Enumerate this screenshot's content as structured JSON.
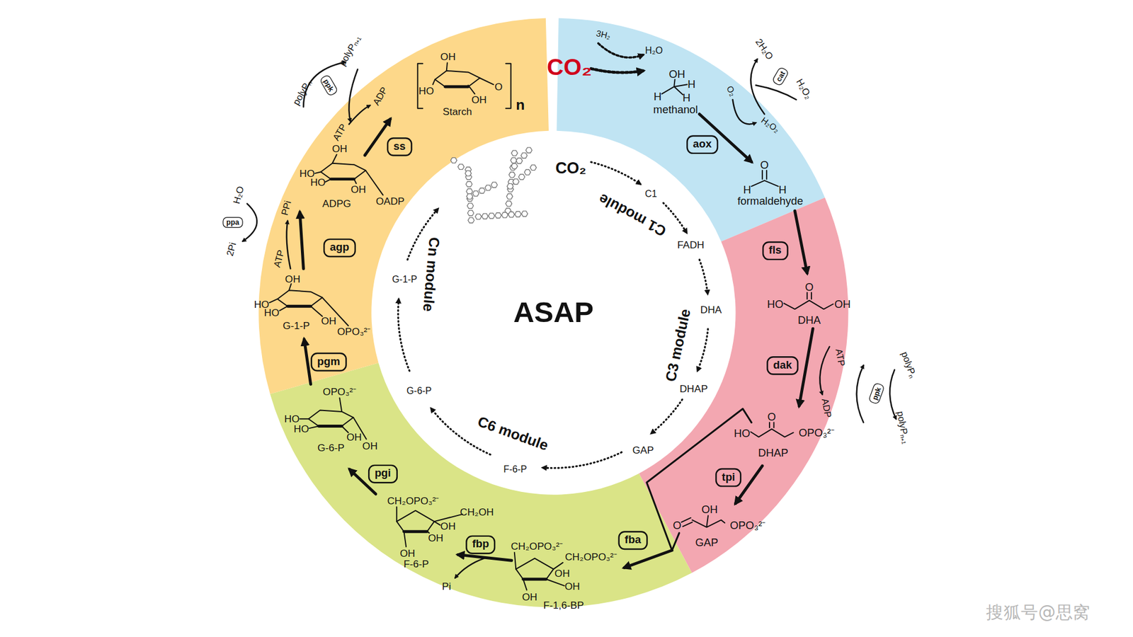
{
  "diagram": {
    "nodes": [
      {
        "text": [
          "aox"
        ]
      },
      {
        "text": [
          "cat"
        ]
      },
      {
        "text": [
          "fls"
        ]
      },
      {
        "text": [
          "dak"
        ]
      },
      {
        "text": [
          "ppk"
        ]
      },
      {
        "text": [
          "tpi"
        ]
      },
      {
        "text": [
          "fba"
        ]
      },
      {
        "text": [
          "fbp"
        ]
      },
      {
        "text": [
          "pgi"
        ]
      },
      {
        "text": [
          "pgm"
        ]
      },
      {
        "text": [
          "agp"
        ]
      },
      {
        "text": [
          "ppa"
        ]
      },
      {
        "text": [
          "ss"
        ]
      },
      {
        "text": [
          "ppk"
        ]
      }
    ],
    "labels": [
      "CO₂",
      "3H₂",
      "H₂O",
      "OH",
      "H",
      "H",
      "H",
      "methanol",
      "2H₂O",
      "H₂O₂",
      "O₂",
      "H₂O₂",
      "O",
      "H",
      "H",
      "formaldehyde",
      "CO₂",
      "C1",
      "C1 module",
      "FADH",
      "DHA",
      "C3 module",
      "DHAP",
      "GAP",
      "C6 module",
      "F-6-P",
      "G-6-P",
      "Cn module",
      "G-1-P",
      "ASAP",
      "HO",
      "O",
      "OH",
      "DHA",
      "ATP",
      "ADP",
      "polyPₙ",
      "polyPₙ₊₁",
      "HO",
      "O",
      "OPO₃²⁻",
      "DHAP",
      "OH",
      "O",
      "OPO₃²⁻",
      "GAP",
      "CH₂OPO₃²⁻",
      "CH₂OPO₃²⁻",
      "OH",
      "OH",
      "OH",
      "F-1,6-BP",
      "Pi",
      "CH₂OPO₃²⁻",
      "CH₂OH",
      "OH",
      "OH",
      "OH",
      "F-6-P",
      "OPO₃²⁻",
      "HO",
      "HO",
      "OH",
      "OH",
      "G-6-P",
      "OH",
      "HO",
      "HO",
      "OH",
      "G-1-P",
      "OPO₃²⁻",
      "ATP",
      "PPi",
      "H₂O",
      "2Pi",
      "ATP",
      "OH",
      "HO",
      "HO",
      "OH",
      "ADPG",
      "OADP",
      "ADP",
      "polyPₙ",
      "polyPₙ₊₁",
      "OH",
      "HO",
      "OH",
      "O",
      "Starch",
      "n",
      "搜狐号@思窝"
    ]
  }
}
